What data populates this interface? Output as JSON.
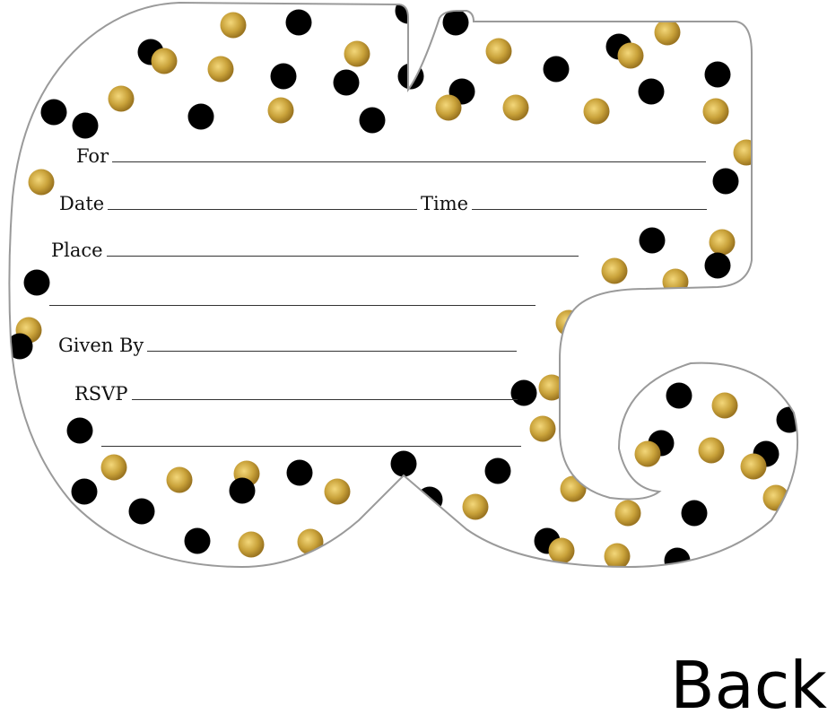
{
  "card": {
    "fields": {
      "for": "For",
      "date": "Date",
      "time": "Time",
      "place": "Place",
      "given_by": "Given By",
      "rsvp": "RSVP"
    },
    "colors": {
      "gold": "#c9a23a",
      "black": "#000000",
      "outline": "#9a9a9a"
    }
  },
  "side_label": "Back"
}
